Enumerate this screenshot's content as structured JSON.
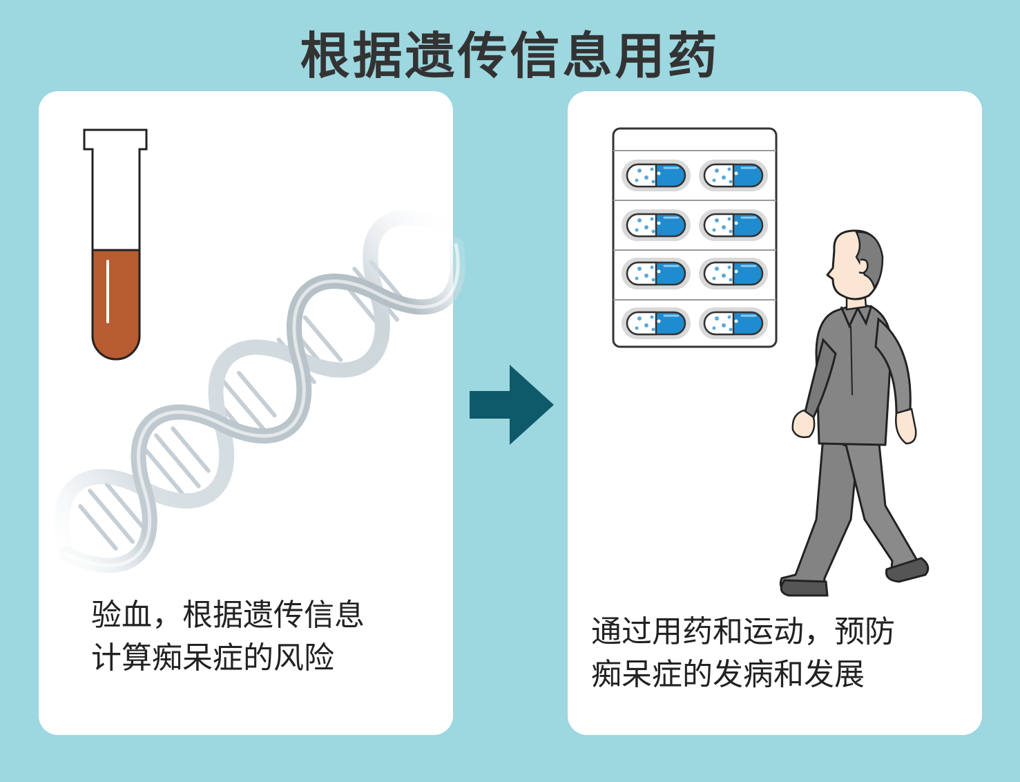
{
  "title": "根据遗传信息用药",
  "left_panel": {
    "caption_lines": [
      "验血，根据遗传信息",
      "计算痴呆症的风险"
    ],
    "icons": [
      "test-tube-icon",
      "dna-helix-icon"
    ],
    "colors": {
      "blood": "#b85c32"
    }
  },
  "arrow": {
    "icon": "right-arrow-icon",
    "color": "#0e5a6b"
  },
  "right_panel": {
    "caption_lines": [
      "通过用药和运动，预防",
      "痴呆症的发病和发展"
    ],
    "icons": [
      "pill-blister-pack-icon",
      "walking-elderly-man-icon"
    ],
    "colors": {
      "capsule": "#1f8ccf",
      "clothing": "#838383"
    }
  }
}
